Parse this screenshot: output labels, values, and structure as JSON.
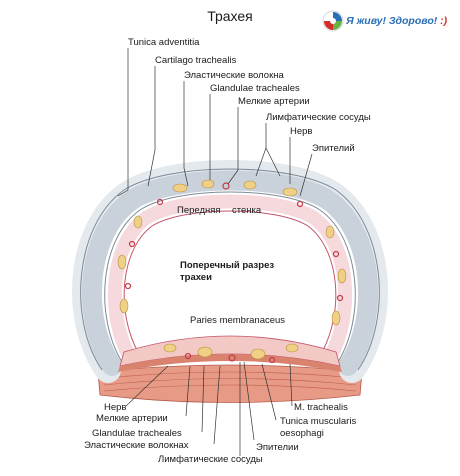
{
  "title": "Трахея",
  "logo": {
    "text": "Я живу! Здорово!",
    "suffix": ":)"
  },
  "labels": {
    "tunica_adventitia": "Tunica adventitia",
    "cartilago_trachealis": "Cartilago trachealis",
    "elastic_fibers_top": "Эластические волокна",
    "glandulae_top": "Glandulae tracheales",
    "small_arteries_top": "Мелкие артерии",
    "lymph_vessels_top": "Лимфатические сосуды",
    "nerve_top": "Нерв",
    "epithelium_top": "Эпителий",
    "anterior_wall_1": "Передняя",
    "anterior_wall_2": "стенка",
    "cross_section_1": "Поперечный разрез",
    "cross_section_2": "трахеи",
    "paries_membranaceus": "Paries membranaceus",
    "nerve_bottom": "Нерв",
    "small_arteries_bottom": "Мелкие артерии",
    "glandulae_bottom": "Glandulae tracheales",
    "elastic_fibers_bottom": "Эластические волокнах",
    "lymph_vessels_bottom": "Лимфатические сосуды",
    "epithelium_bottom": "Эпителии",
    "tunica_muscularis_1": "Tunica muscularis",
    "tunica_muscularis_2": "oesophagi",
    "m_trachealis": "M. trachealis"
  },
  "colors": {
    "cartilage": "#c9d2da",
    "cartilage_edge": "#7d8a96",
    "adventitia": "#e4e9ee",
    "mucosa": "#f6d9dc",
    "mucosa_edge": "#c4566a",
    "gland": "#f0cf86",
    "artery": "#c43b47",
    "muscle": "#d9836f",
    "esophagus": "#e79a86"
  }
}
